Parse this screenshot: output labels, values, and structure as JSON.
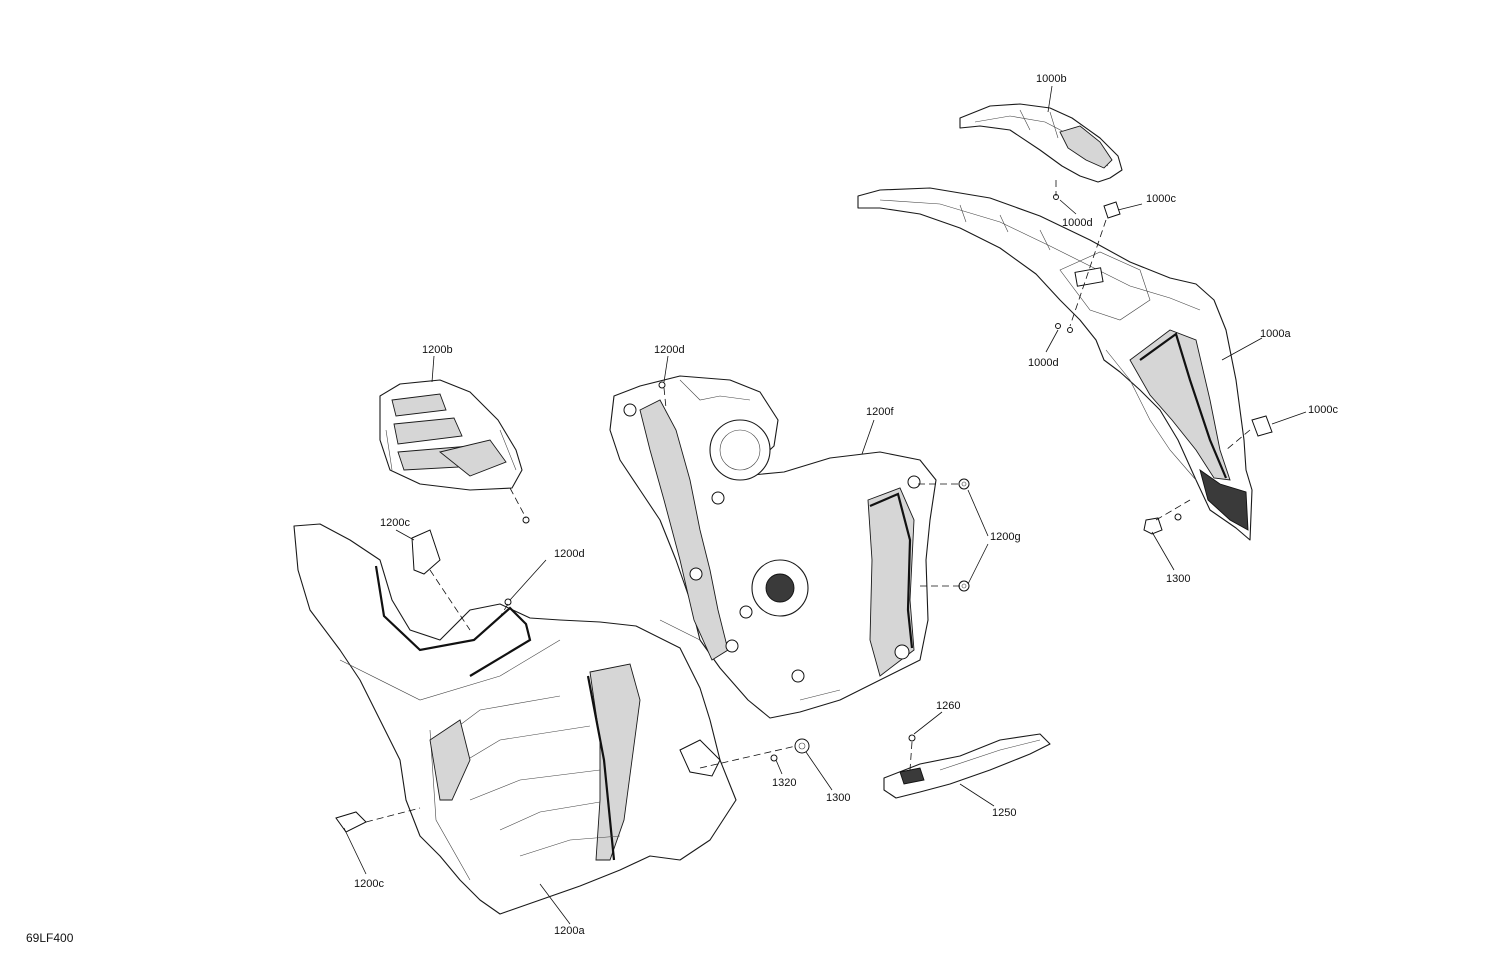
{
  "diagram": {
    "reference_code": "69LF400",
    "callouts": [
      {
        "id": "1000b",
        "text": "1000b"
      },
      {
        "id": "1000c-top",
        "text": "1000c"
      },
      {
        "id": "1000d-top",
        "text": "1000d"
      },
      {
        "id": "1000d-mid",
        "text": "1000d"
      },
      {
        "id": "1000a",
        "text": "1000a"
      },
      {
        "id": "1000c-right",
        "text": "1000c"
      },
      {
        "id": "1300-right",
        "text": "1300"
      },
      {
        "id": "1200b",
        "text": "1200b"
      },
      {
        "id": "1200d-top",
        "text": "1200d"
      },
      {
        "id": "1200f",
        "text": "1200f"
      },
      {
        "id": "1200c-top",
        "text": "1200c"
      },
      {
        "id": "1200d-mid",
        "text": "1200d"
      },
      {
        "id": "1200g",
        "text": "1200g"
      },
      {
        "id": "1260",
        "text": "1260"
      },
      {
        "id": "1320",
        "text": "1320"
      },
      {
        "id": "1300-mid",
        "text": "1300"
      },
      {
        "id": "1250",
        "text": "1250"
      },
      {
        "id": "1200c-bottom",
        "text": "1200c"
      },
      {
        "id": "1200a",
        "text": "1200a"
      }
    ]
  }
}
